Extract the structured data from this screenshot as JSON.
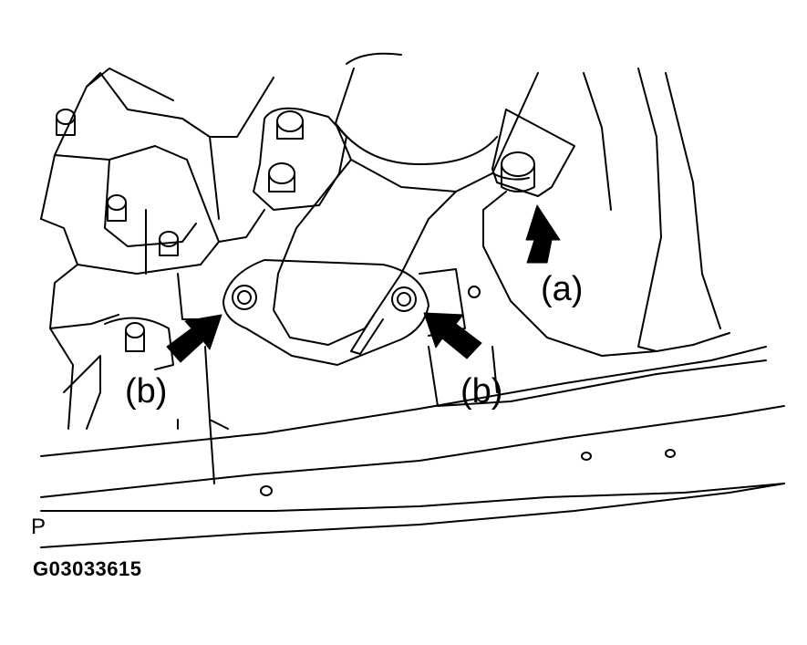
{
  "figure": {
    "labels": {
      "a": "(a)",
      "b_left": "(b)",
      "b_right": "(b)"
    },
    "view_letter": "P",
    "figure_code": "G03033615"
  },
  "colors": {
    "line": "#000000",
    "background": "#ffffff"
  }
}
